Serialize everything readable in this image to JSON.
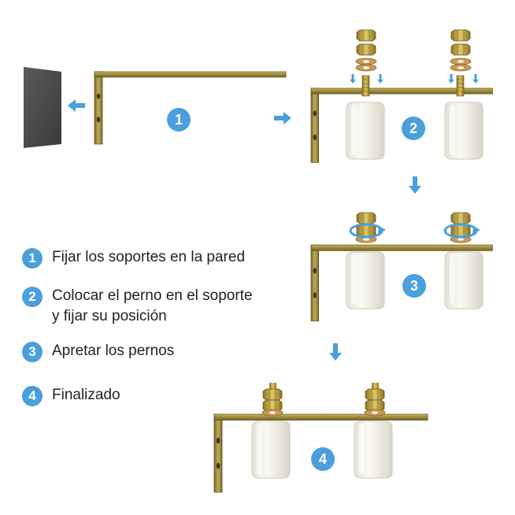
{
  "accent_color": "#4a9fdc",
  "legend": [
    {
      "number": "1",
      "text": "Fijar los soportes en la pared"
    },
    {
      "number": "2",
      "text": "Colocar el perno en el soporte\ny fijar su posición"
    },
    {
      "number": "3",
      "text": "Apretar los pernos"
    },
    {
      "number": "4",
      "text": "Finalizado"
    }
  ],
  "step_badges": [
    "1",
    "2",
    "3",
    "4"
  ],
  "icons": {
    "wall": "wall-plate-icon",
    "bracket": "l-bracket-icon",
    "bolt": "bolt-nut-washer-icon",
    "roller": "white-roller-icon",
    "arrow": "blue-arrow-icon",
    "rotate": "rotate-arrow-icon"
  }
}
